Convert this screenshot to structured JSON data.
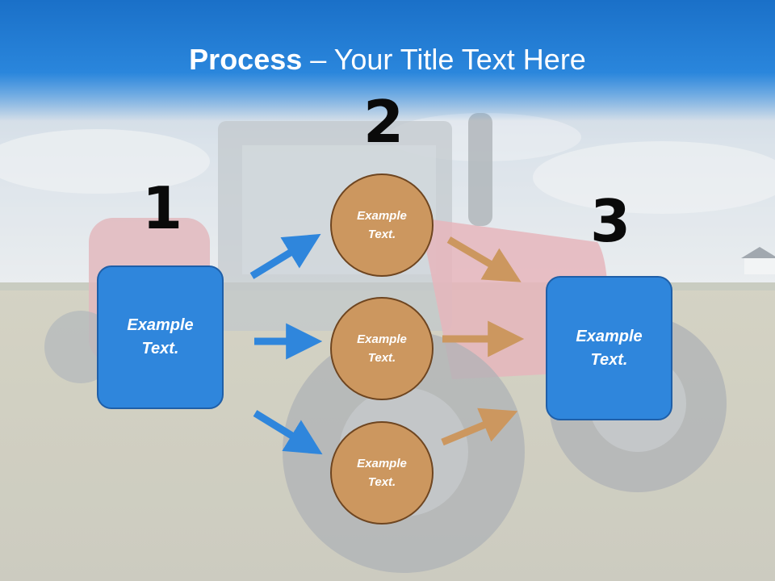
{
  "title": {
    "bold": "Process",
    "rest": " – Your Title Text Here"
  },
  "steps": [
    {
      "number": "1",
      "text": "Example\nText."
    },
    {
      "number": "2",
      "items": [
        "Example\nText.",
        "Example\nText.",
        "Example\nText."
      ]
    },
    {
      "number": "3",
      "text": "Example\nText."
    }
  ],
  "colors": {
    "title_bar": "#1a70c8",
    "box_fill": "#2f86dc",
    "circle_fill": "#cc975f",
    "blue_arrow": "#2f86dc",
    "brown_arrow": "#cc975f"
  },
  "icons": {
    "arrows": "arrow-right-icon"
  }
}
